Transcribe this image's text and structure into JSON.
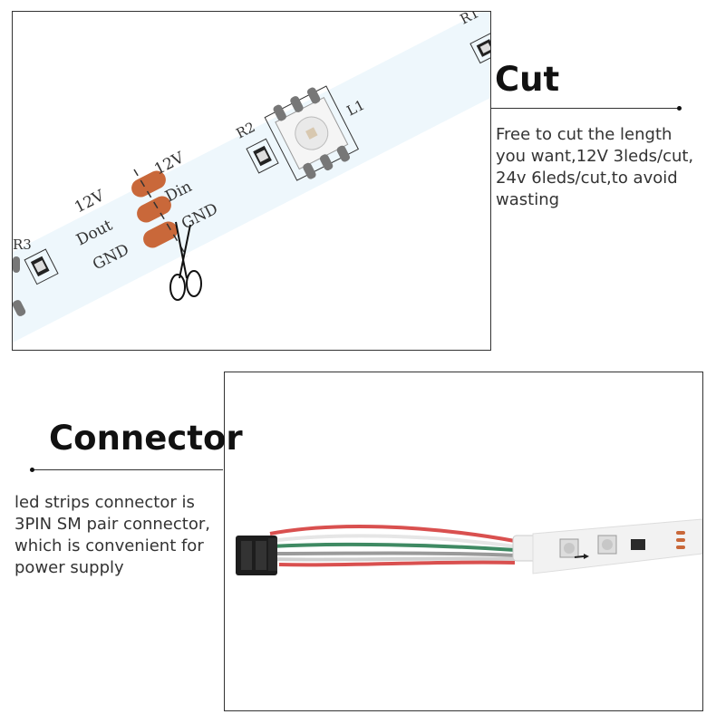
{
  "cut": {
    "title": "Cut",
    "description_lines": [
      "Free to cut the length",
      "you want,12V 3leds/cut,",
      "24v 6leds/cut,to avoid",
      "wasting"
    ],
    "strip_labels": {
      "left_pad_12v": "12V",
      "dout": "Dout",
      "left_gnd": "GND",
      "right_pad_12v": "12V",
      "din": "Din",
      "right_gnd": "GND",
      "r1": "R1",
      "r2": "R2",
      "r3": "R3",
      "l1": "L1"
    }
  },
  "connector": {
    "title": "Connector",
    "description_lines": [
      "led strips connector is",
      "3PIN SM pair connector,",
      "which is convenient for",
      "power supply"
    ]
  },
  "colors": {
    "strip_bg": "#eef7fc",
    "pad": "#c9683a",
    "wire_red": "#d9504f",
    "wire_green": "#3f8a63",
    "wire_white": "#e6e6e6",
    "connector_black": "#1d1d1d"
  },
  "icons": [
    "scissors-icon",
    "arrow-right-icon"
  ]
}
